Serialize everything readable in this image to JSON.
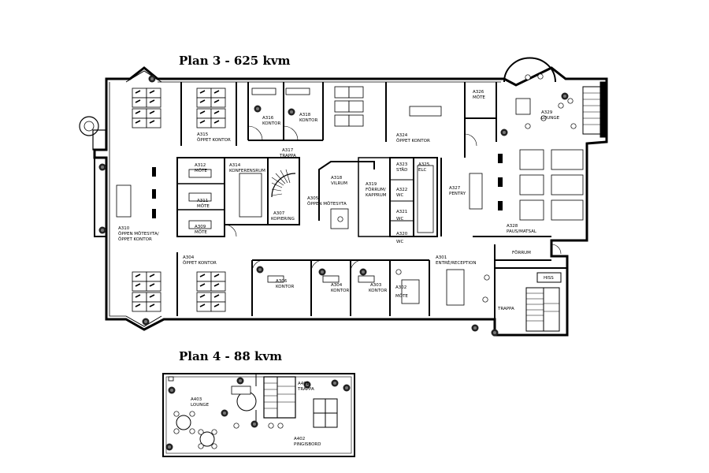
{
  "plan3": {
    "title": "Plan 3 - 625 kvm",
    "rooms": [
      {
        "num": "A315",
        "name": "ÖPPET KONTOR"
      },
      {
        "num": "A316",
        "name": "KONTOR"
      },
      {
        "num": "A318",
        "name": "KONTOR"
      },
      {
        "num": "A317",
        "name": "TRAPPA"
      },
      {
        "num": "A324",
        "name": "ÖPPET KONTOR"
      },
      {
        "num": "A326",
        "name": "MÖTE"
      },
      {
        "num": "A329",
        "name": "LOUNGE"
      },
      {
        "num": "A312",
        "name": "MÖTE"
      },
      {
        "num": "A314",
        "name": "KONFERENSRUM"
      },
      {
        "num": "A311",
        "name": "MÖTE"
      },
      {
        "num": "A309",
        "name": "MÖTE"
      },
      {
        "num": "A307",
        "name": "KOPIERING"
      },
      {
        "num": "A310",
        "name": "ÖPPEN MÖTESYTA/",
        "name2": "ÖPPET KONTOR"
      },
      {
        "num": "A305",
        "name": "ÖPPEN MÖTESYTA"
      },
      {
        "num": "A318",
        "name": "VILRUM"
      },
      {
        "num": "A319",
        "name": "FÖRRUM/",
        "name2": "KAPPRUM"
      },
      {
        "num": "A323",
        "name": "STÄD"
      },
      {
        "num": "A325",
        "name": "ELC"
      },
      {
        "num": "A322",
        "name": "WC"
      },
      {
        "num": "A321",
        "name": "WC"
      },
      {
        "num": "A320",
        "name": "WC"
      },
      {
        "num": "A327",
        "name": "PENTRY"
      },
      {
        "num": "A328",
        "name": "PAUS/MATSAL"
      },
      {
        "num": "",
        "name": "FÖRRUM"
      },
      {
        "num": "A304",
        "name": "ÖPPET KONTOR"
      },
      {
        "num": "A306",
        "name": "KONTOR"
      },
      {
        "num": "A304",
        "name": "KONTOR"
      },
      {
        "num": "A303",
        "name": "KONTOR"
      },
      {
        "num": "A302",
        "name": "MÖTE"
      },
      {
        "num": "A301",
        "name": "ENTRÉ/RECEPTION"
      },
      {
        "num": "",
        "name": "HISS"
      },
      {
        "num": "",
        "name": "TRAPPA"
      }
    ]
  },
  "plan4": {
    "title": "Plan 4 - 88 kvm",
    "rooms": [
      {
        "num": "A403",
        "name": "LOUNGE"
      },
      {
        "num": "A401",
        "name": "TRAPPA"
      },
      {
        "num": "A402",
        "name": "PINGISBORD"
      }
    ]
  }
}
